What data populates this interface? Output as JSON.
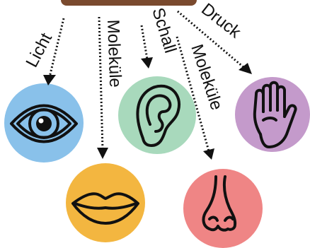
{
  "labels": {
    "light": "Licht",
    "molecules_taste": "Moleküle",
    "sound": "Schall",
    "molecules_smell": "Moleküle",
    "pressure": "Druck"
  },
  "senses": [
    {
      "organ": "eye-icon",
      "color": "#89C1EA"
    },
    {
      "organ": "ear-icon",
      "color": "#A8D9BC"
    },
    {
      "organ": "hand-icon",
      "color": "#C49ACB"
    },
    {
      "organ": "mouth-icon",
      "color": "#F3B640"
    },
    {
      "organ": "nose-icon",
      "color": "#EF8585"
    }
  ],
  "source_color": "#7A4A2E"
}
